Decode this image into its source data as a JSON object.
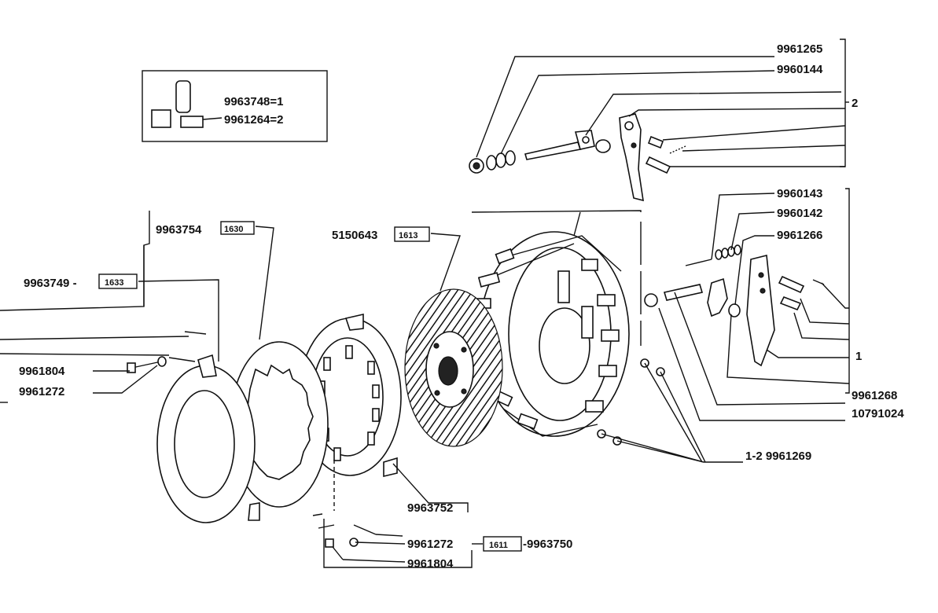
{
  "inset": {
    "line1": "9963748=1",
    "line2": "9961264=2"
  },
  "labels": {
    "p9961265": "9961265",
    "p9960144": "9960144",
    "p2": "2",
    "p9963754": "9963754",
    "box1630": "1630",
    "p5150643": "5150643",
    "box1613": "1613",
    "p9960143": "9960143",
    "p9960142": "9960142",
    "p9961266": "9961266",
    "p9963749": "9963749 -",
    "box1633": "1633",
    "p1": "1",
    "p9961804a": "9961804",
    "p9961272a": "9961272",
    "p9961268": "9961268",
    "p10791024": "10791024",
    "p1_2": "1-2  9961269",
    "p9963752": "9963752",
    "p9961272b": "9961272",
    "box1611": "1611",
    "p9963750": "-9963750",
    "p9961804b": "9961804"
  }
}
